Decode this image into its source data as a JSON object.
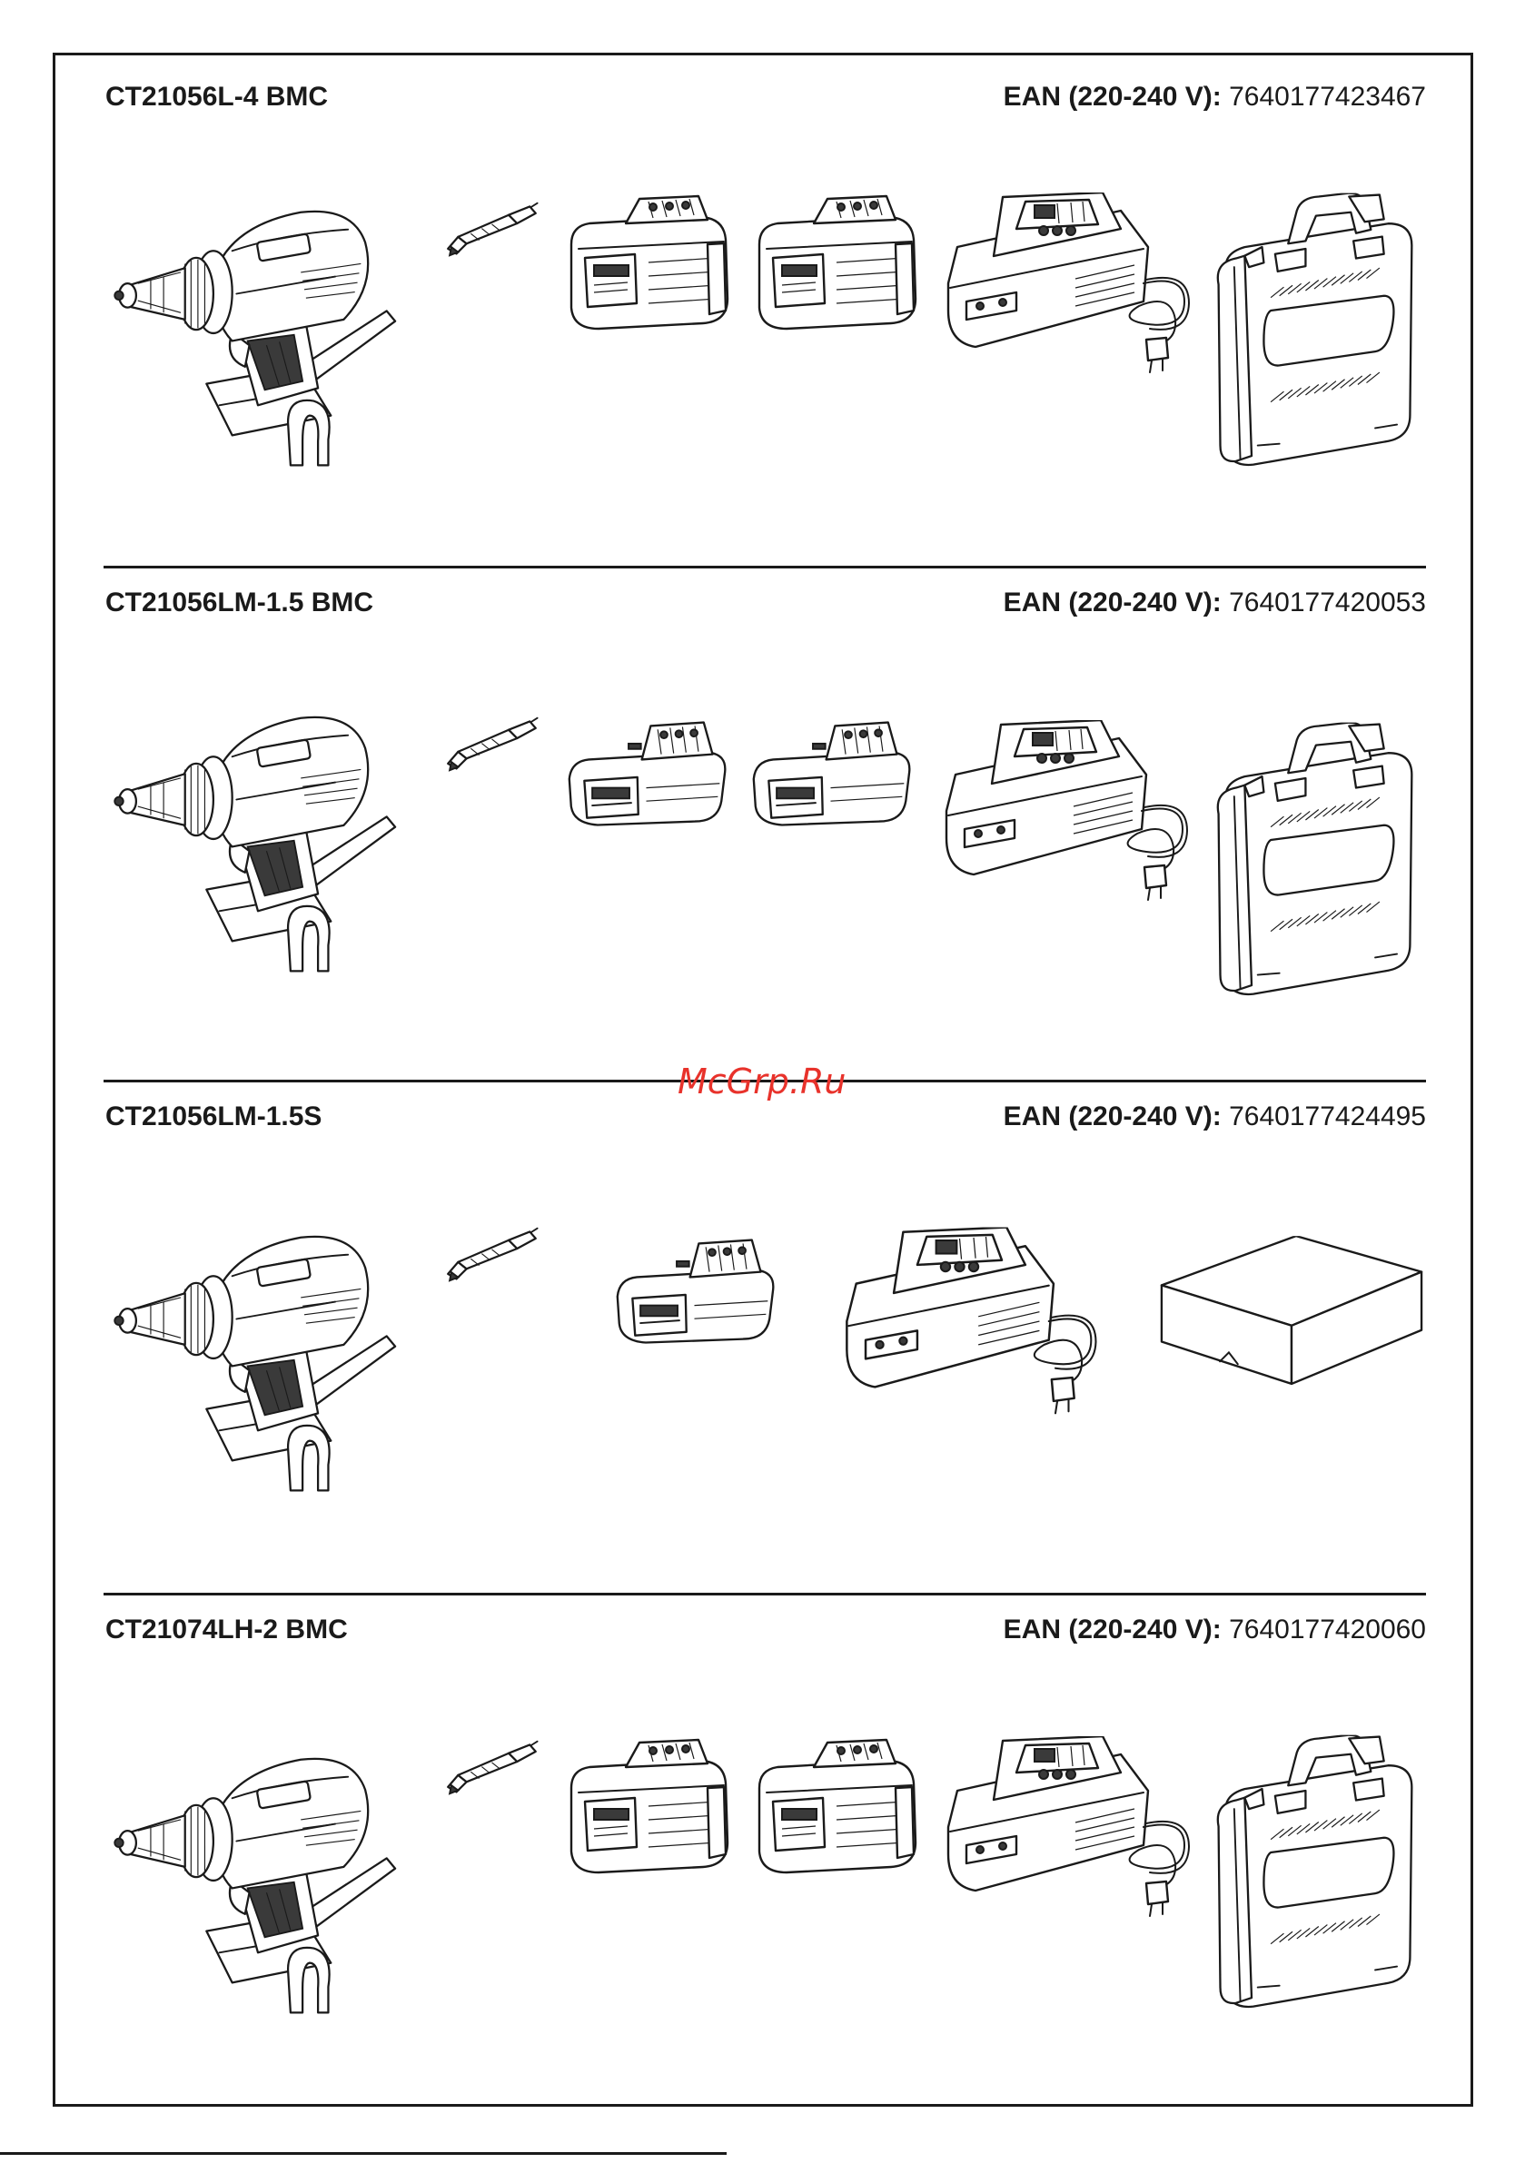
{
  "watermark": "McGrp.Ru",
  "sections": [
    {
      "model": "CT21056L-4 BMC",
      "ean_label": "EAN (220-240 V):",
      "ean_value": "7640177423467",
      "contents": [
        "drill-icon",
        "bit-icon",
        "battery-large-icon",
        "battery-large-icon",
        "charger-icon",
        "carry-case-icon"
      ]
    },
    {
      "model": "CT21056LM-1.5 BMC",
      "ean_label": "EAN (220-240 V):",
      "ean_value": "7640177420053",
      "contents": [
        "drill-icon",
        "bit-icon",
        "battery-small-icon",
        "battery-small-icon",
        "charger-icon",
        "carry-case-icon"
      ]
    },
    {
      "model": "CT21056LM-1.5S",
      "ean_label": "EAN (220-240 V):",
      "ean_value": "7640177424495",
      "contents": [
        "drill-icon",
        "bit-icon",
        "battery-small-icon",
        "charger-icon",
        "cardboard-box-icon"
      ]
    },
    {
      "model": "CT21074LH-2 BMC",
      "ean_label": "EAN (220-240 V):",
      "ean_value": "7640177420060",
      "contents": [
        "drill-icon",
        "bit-icon",
        "battery-large-icon",
        "battery-large-icon",
        "charger-icon",
        "carry-case-icon"
      ]
    }
  ]
}
